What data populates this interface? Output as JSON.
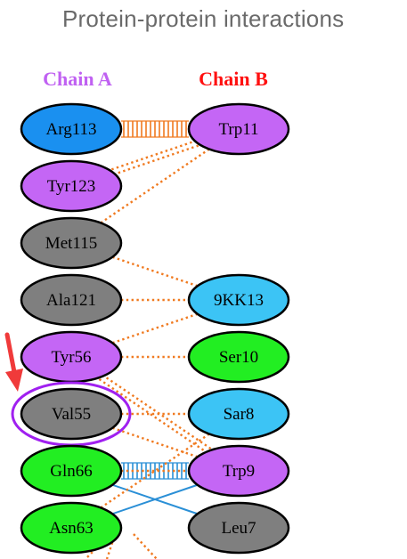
{
  "title": "Protein-protein interactions",
  "chains": {
    "a": {
      "label": "Chain A",
      "color": "#c061f2"
    },
    "b": {
      "label": "Chain B",
      "color": "#ff1010"
    }
  },
  "colors": {
    "purple": "#c466f5",
    "gray": "#7f7f7f",
    "blue": "#1a90f0",
    "cyan": "#3cc4f5",
    "green": "#22ee22",
    "orange_link": "#f07a20",
    "blue_link": "#2a8fd6",
    "highlight_ring": "#a020f0",
    "arrow": "#f03a3a"
  },
  "nodes": [
    {
      "id": "arg113",
      "label": "Arg113",
      "chain": "a",
      "fill": "blue"
    },
    {
      "id": "tyr123",
      "label": "Tyr123",
      "chain": "a",
      "fill": "purple"
    },
    {
      "id": "met115",
      "label": "Met115",
      "chain": "a",
      "fill": "gray"
    },
    {
      "id": "ala121",
      "label": "Ala121",
      "chain": "a",
      "fill": "gray"
    },
    {
      "id": "tyr56",
      "label": "Tyr56",
      "chain": "a",
      "fill": "purple"
    },
    {
      "id": "val55",
      "label": "Val55",
      "chain": "a",
      "fill": "gray",
      "highlighted": true
    },
    {
      "id": "gln66",
      "label": "Gln66",
      "chain": "a",
      "fill": "green"
    },
    {
      "id": "asn63",
      "label": "Asn63",
      "chain": "a",
      "fill": "green"
    },
    {
      "id": "trp11",
      "label": "Trp11",
      "chain": "b",
      "fill": "purple"
    },
    {
      "id": "9kk13",
      "label": "9KK13",
      "chain": "b",
      "fill": "cyan"
    },
    {
      "id": "ser10",
      "label": "Ser10",
      "chain": "b",
      "fill": "green"
    },
    {
      "id": "sar8",
      "label": "Sar8",
      "chain": "b",
      "fill": "cyan"
    },
    {
      "id": "trp9",
      "label": "Trp9",
      "chain": "b",
      "fill": "purple"
    },
    {
      "id": "leu7",
      "label": "Leu7",
      "chain": "b",
      "fill": "gray"
    }
  ],
  "links": [
    {
      "from": "arg113",
      "to": "trp11",
      "kind": "ladder",
      "color": "orange_link"
    },
    {
      "from": "tyr123",
      "to": "trp11",
      "kind": "double-dotted",
      "color": "orange_link"
    },
    {
      "from": "met115",
      "to": "trp11",
      "kind": "dotted",
      "color": "orange_link"
    },
    {
      "from": "met115",
      "to": "9kk13",
      "kind": "dotted",
      "color": "orange_link"
    },
    {
      "from": "ala121",
      "to": "9kk13",
      "kind": "dotted",
      "color": "orange_link"
    },
    {
      "from": "tyr56",
      "to": "9kk13",
      "kind": "dotted",
      "color": "orange_link"
    },
    {
      "from": "tyr56",
      "to": "ser10",
      "kind": "dotted",
      "color": "orange_link"
    },
    {
      "from": "tyr56",
      "to": "trp9",
      "kind": "double-dotted",
      "color": "orange_link"
    },
    {
      "from": "val55",
      "to": "sar8",
      "kind": "dotted",
      "color": "orange_link"
    },
    {
      "from": "val55",
      "to": "trp9",
      "kind": "dotted",
      "color": "orange_link"
    },
    {
      "from": "gln66",
      "to": "trp9",
      "kind": "ladder",
      "color": "blue_link"
    },
    {
      "from": "gln66",
      "to": "leu7",
      "kind": "solid",
      "color": "blue_link"
    },
    {
      "from": "asn63",
      "to": "trp9",
      "kind": "solid",
      "color": "blue_link"
    },
    {
      "from": "gln66",
      "to": "trp9",
      "kind": "dotted",
      "color": "orange_link"
    },
    {
      "from": "asn63",
      "to": "sar8",
      "kind": "dotted",
      "color": "orange_link"
    }
  ]
}
